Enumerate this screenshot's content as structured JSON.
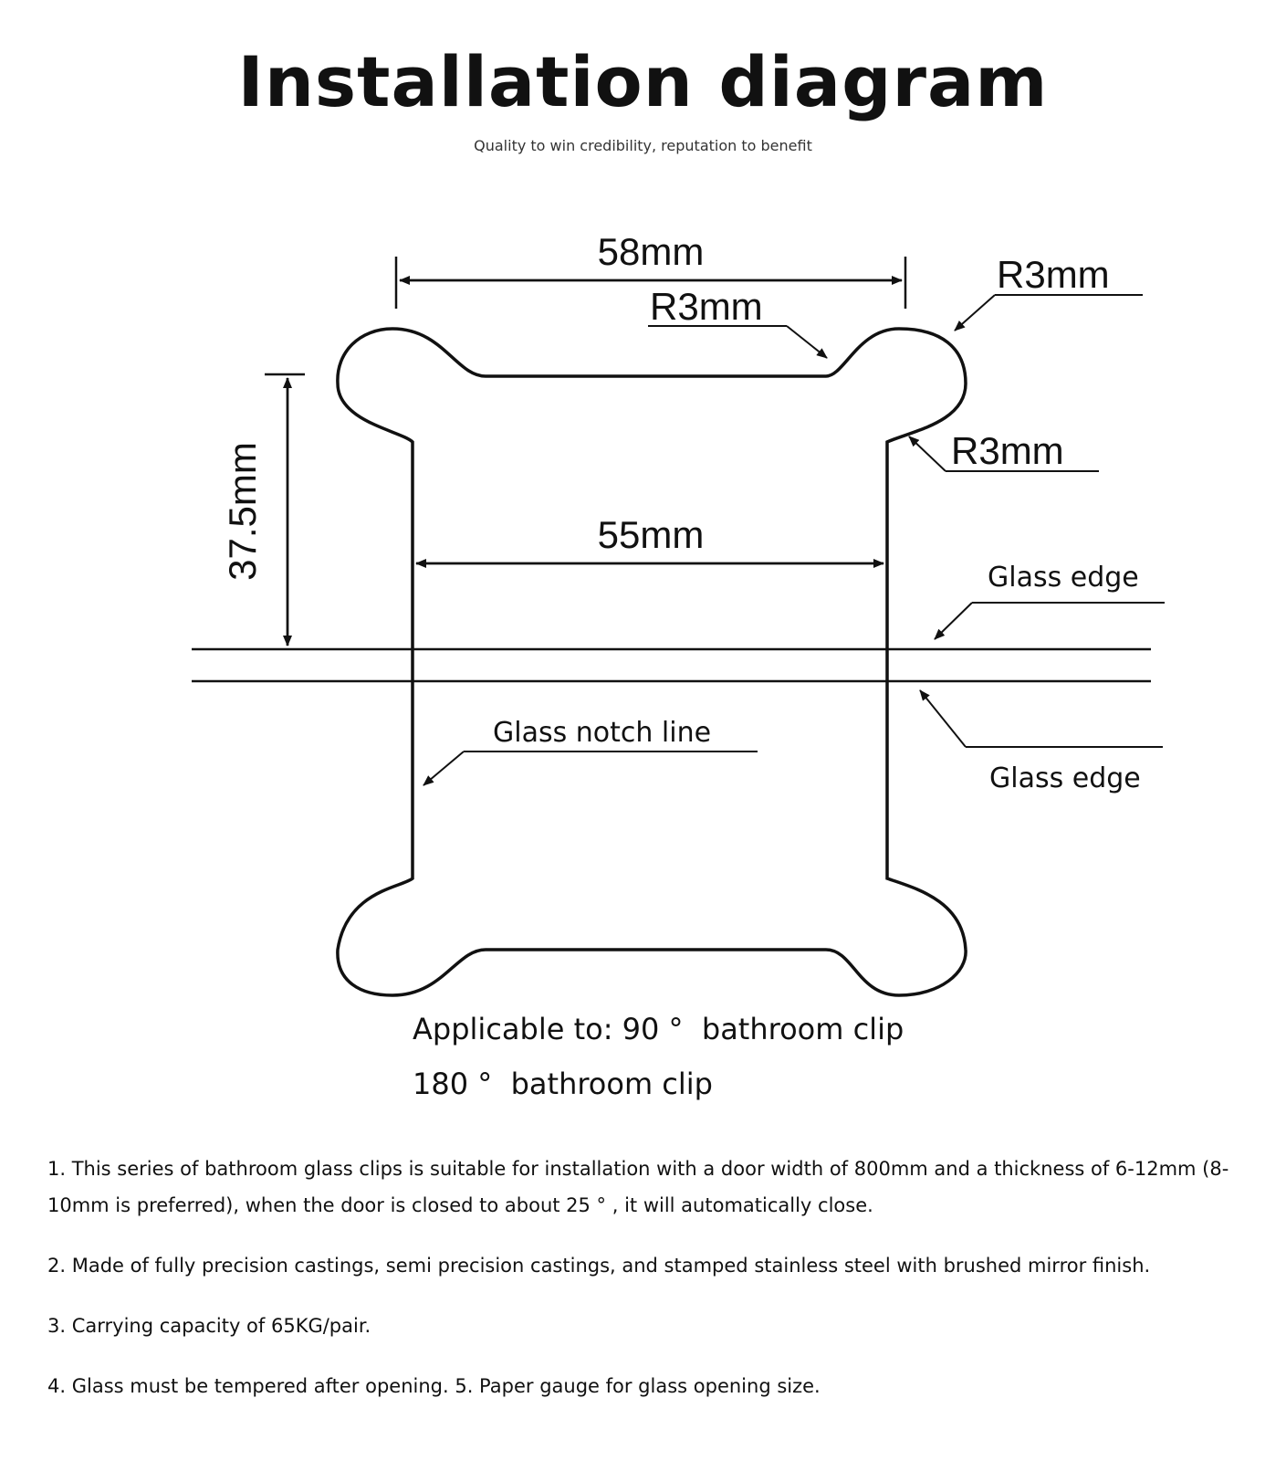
{
  "title": "Installation diagram",
  "subtitle": "Quality to win credibility, reputation to benefit",
  "dimensions": {
    "top_width": "58mm",
    "inner_width": "55mm",
    "height": "37.5mm",
    "radius_top_inner": "R3mm",
    "radius_top_outer": "R3mm",
    "radius_side": "R3mm"
  },
  "labels": {
    "glass_edge_top": "Glass edge",
    "glass_edge_bottom": "Glass edge",
    "glass_notch_line": "Glass notch line"
  },
  "applicable": {
    "line1": "Applicable to: 90 °  bathroom clip",
    "line2": "180 °  bathroom clip"
  },
  "notes": [
    "1. This series of bathroom glass clips is suitable for installation with a door width of 800mm and a thickness of 6-12mm (8-10mm is preferred), when the door is closed to about 25 ° , it will automatically close.",
    "2. Made of fully precision castings, semi precision castings, and stamped stainless steel with brushed mirror finish.",
    "3. Carrying capacity of 65KG/pair.",
    "4. Glass must be tempered after opening. 5. Paper gauge for glass opening size."
  ]
}
